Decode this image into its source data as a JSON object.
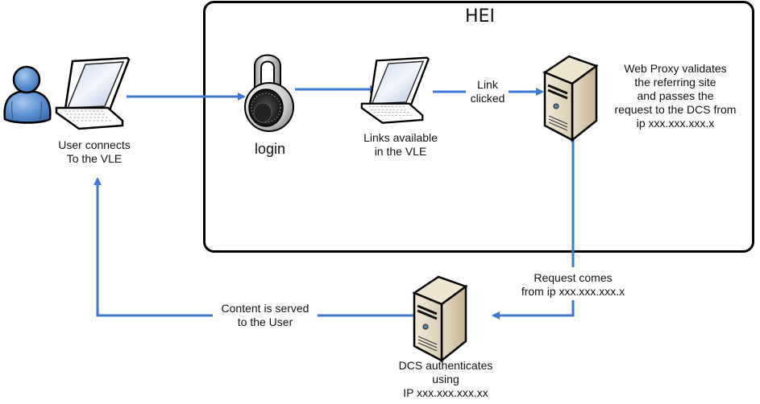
{
  "diagram": {
    "container": {
      "title": "HEI"
    },
    "colors": {
      "connector": "#3a78d4",
      "border": "#000000",
      "background": "#ffffff"
    },
    "nodes": [
      {
        "id": "user",
        "icon": "user-icon",
        "label": ""
      },
      {
        "id": "user-laptop",
        "icon": "laptop-icon",
        "label_lines": [
          "User connects",
          "To the VLE"
        ]
      },
      {
        "id": "login",
        "icon": "padlock-icon",
        "label_lines": [
          "login"
        ]
      },
      {
        "id": "vle-laptop",
        "icon": "laptop-icon",
        "label_lines": [
          "Links available",
          "in the VLE"
        ]
      },
      {
        "id": "web-proxy",
        "icon": "server-icon",
        "label_lines": [
          "Web Proxy validates",
          "the referring site",
          "and passes the",
          "request to the DCS from",
          "ip xxx.xxx.xxx.x"
        ]
      },
      {
        "id": "dcs",
        "icon": "server-icon",
        "label_lines": [
          "DCS authenticates",
          "using",
          "IP xxx.xxx.xxx.xx"
        ]
      }
    ],
    "edges": [
      {
        "from": "user-laptop",
        "to": "login",
        "label_lines": []
      },
      {
        "from": "login",
        "to": "vle-laptop",
        "label_lines": []
      },
      {
        "from": "vle-laptop",
        "to": "web-proxy",
        "label_lines": [
          "Link",
          "clicked"
        ]
      },
      {
        "from": "web-proxy",
        "to": "dcs",
        "label_lines": [
          "Request comes",
          "from ip xxx.xxx.xxx.x"
        ]
      },
      {
        "from": "dcs",
        "to": "user-laptop",
        "label_lines": [
          "Content is served",
          "to the User"
        ]
      }
    ]
  }
}
